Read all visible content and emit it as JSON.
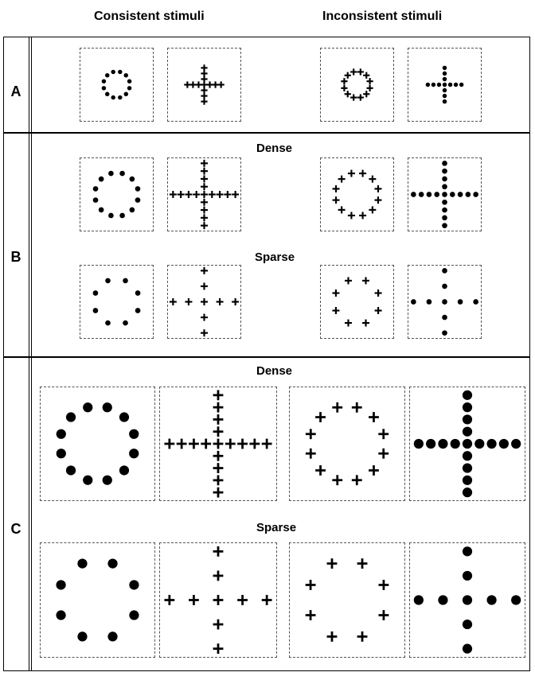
{
  "headers": {
    "consistent": "Consistent stimuli",
    "inconsistent": "Inconsistent stimuli"
  },
  "rows": [
    {
      "label": "A",
      "sublabels": []
    },
    {
      "label": "B",
      "sublabels": [
        "Dense",
        "Sparse"
      ]
    },
    {
      "label": "C",
      "sublabels": [
        "Dense",
        "Sparse"
      ]
    }
  ],
  "stimuli_glossary": {
    "circle": "ring of elements",
    "cross": "plus-shaped arrangement of elements",
    "dot": "filled circle element",
    "plus": "plus-sign element"
  },
  "boxes": [
    {
      "row": "A",
      "group": "consistent",
      "shape": "circle",
      "element": "dot",
      "density": "dense"
    },
    {
      "row": "A",
      "group": "consistent",
      "shape": "cross",
      "element": "plus",
      "density": "dense"
    },
    {
      "row": "A",
      "group": "inconsistent",
      "shape": "circle",
      "element": "plus",
      "density": "dense"
    },
    {
      "row": "A",
      "group": "inconsistent",
      "shape": "cross",
      "element": "dot",
      "density": "dense"
    },
    {
      "row": "B",
      "group": "consistent",
      "shape": "circle",
      "element": "dot",
      "density": "dense"
    },
    {
      "row": "B",
      "group": "consistent",
      "shape": "cross",
      "element": "plus",
      "density": "dense"
    },
    {
      "row": "B",
      "group": "inconsistent",
      "shape": "circle",
      "element": "plus",
      "density": "dense"
    },
    {
      "row": "B",
      "group": "inconsistent",
      "shape": "cross",
      "element": "dot",
      "density": "dense"
    },
    {
      "row": "B",
      "group": "consistent",
      "shape": "circle",
      "element": "dot",
      "density": "sparse"
    },
    {
      "row": "B",
      "group": "consistent",
      "shape": "cross",
      "element": "plus",
      "density": "sparse"
    },
    {
      "row": "B",
      "group": "inconsistent",
      "shape": "circle",
      "element": "plus",
      "density": "sparse"
    },
    {
      "row": "B",
      "group": "inconsistent",
      "shape": "cross",
      "element": "dot",
      "density": "sparse"
    },
    {
      "row": "C",
      "group": "consistent",
      "shape": "circle",
      "element": "dot",
      "density": "dense"
    },
    {
      "row": "C",
      "group": "consistent",
      "shape": "cross",
      "element": "plus",
      "density": "dense"
    },
    {
      "row": "C",
      "group": "inconsistent",
      "shape": "circle",
      "element": "plus",
      "density": "dense"
    },
    {
      "row": "C",
      "group": "inconsistent",
      "shape": "cross",
      "element": "dot",
      "density": "dense"
    },
    {
      "row": "C",
      "group": "consistent",
      "shape": "circle",
      "element": "dot",
      "density": "sparse"
    },
    {
      "row": "C",
      "group": "consistent",
      "shape": "cross",
      "element": "plus",
      "density": "sparse"
    },
    {
      "row": "C",
      "group": "inconsistent",
      "shape": "circle",
      "element": "plus",
      "density": "sparse"
    },
    {
      "row": "C",
      "group": "inconsistent",
      "shape": "cross",
      "element": "dot",
      "density": "sparse"
    }
  ]
}
